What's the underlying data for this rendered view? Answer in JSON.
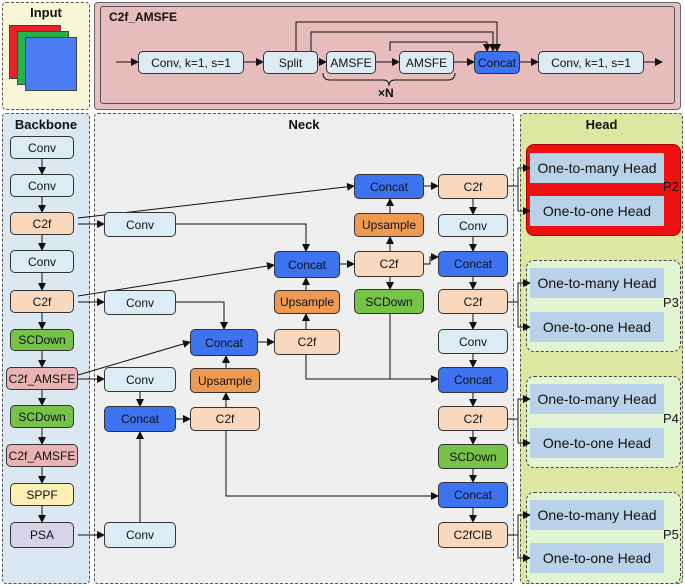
{
  "input": {
    "title": "Input"
  },
  "c2f_amsfe_block": {
    "title": "C2f_AMSFE",
    "nodes": [
      "Conv, k=1, s=1",
      "Split",
      "AMSFE",
      "AMSFE",
      "Concat",
      "Conv, k=1, s=1"
    ],
    "repeat_label": "×N"
  },
  "backbone": {
    "title": "Backbone",
    "nodes": [
      "Conv",
      "Conv",
      "C2f",
      "Conv",
      "C2f",
      "SCDown",
      "C2f_AMSFE",
      "SCDown",
      "C2f_AMSFE",
      "SPPF",
      "PSA"
    ]
  },
  "neck": {
    "title": "Neck",
    "labels": {
      "conv": "Conv",
      "c2f": "C2f",
      "concat": "Concat",
      "upsample": "Upsample",
      "scdown": "SCDown",
      "c2fcib": "C2fCIB"
    }
  },
  "head": {
    "title": "Head",
    "groups": [
      {
        "label": "P2",
        "many": "One-to-many Head",
        "one": "One-to-one Head",
        "highlight": true
      },
      {
        "label": "P3",
        "many": "One-to-many Head",
        "one": "One-to-one Head",
        "highlight": false
      },
      {
        "label": "P4",
        "many": "One-to-many Head",
        "one": "One-to-one Head",
        "highlight": false
      },
      {
        "label": "P5",
        "many": "One-to-many Head",
        "one": "One-to-one Head",
        "highlight": false
      }
    ]
  },
  "colors": {
    "conv": "#dcecf5",
    "c2f": "#fad8bd",
    "concat": "#3d73f0",
    "upsample": "#ef9a52",
    "scdown": "#77c34a",
    "amsfe": "#e8b4b4",
    "sppf": "#fff0b5",
    "psa": "#d7d3e8",
    "p2_highlight": "#ee1111"
  }
}
